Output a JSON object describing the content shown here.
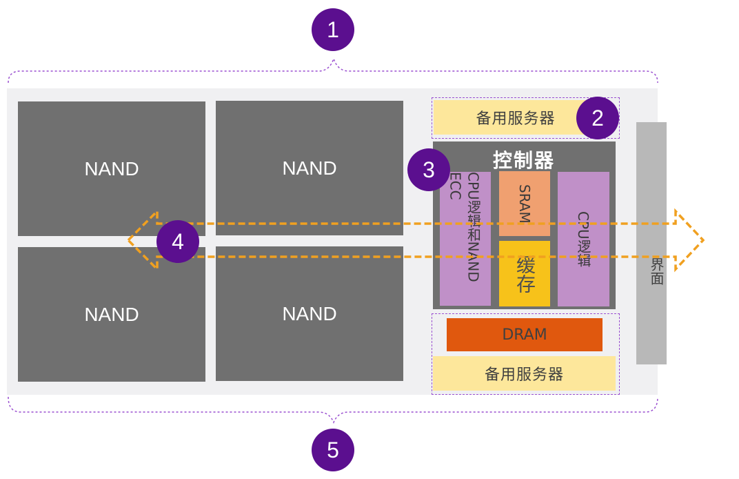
{
  "badges": {
    "b1": "1",
    "b2": "2",
    "b3": "3",
    "b4": "4",
    "b5": "5"
  },
  "nand": [
    "NAND",
    "NAND",
    "NAND",
    "NAND"
  ],
  "spare_top": "备用服务器",
  "spare_bottom": "备用服务器",
  "controller": {
    "title": "控制器",
    "cpu_left": "CPU逻辑和NAND ECC",
    "sram": "SRAM",
    "cache": "缓存",
    "cpu_right": "CPU逻辑"
  },
  "dram": "DRAM",
  "interface": "界面",
  "colors": {
    "badge": "#5b0f8f",
    "nand": "#707070",
    "spare": "#fde79b",
    "cpu": "#c090c8",
    "sram": "#f0a070",
    "cache": "#f7c21a",
    "dram": "#e0580e",
    "interface": "#b8b8b8",
    "arrow": "#f0a020",
    "bracket": "#9a4fd0"
  }
}
